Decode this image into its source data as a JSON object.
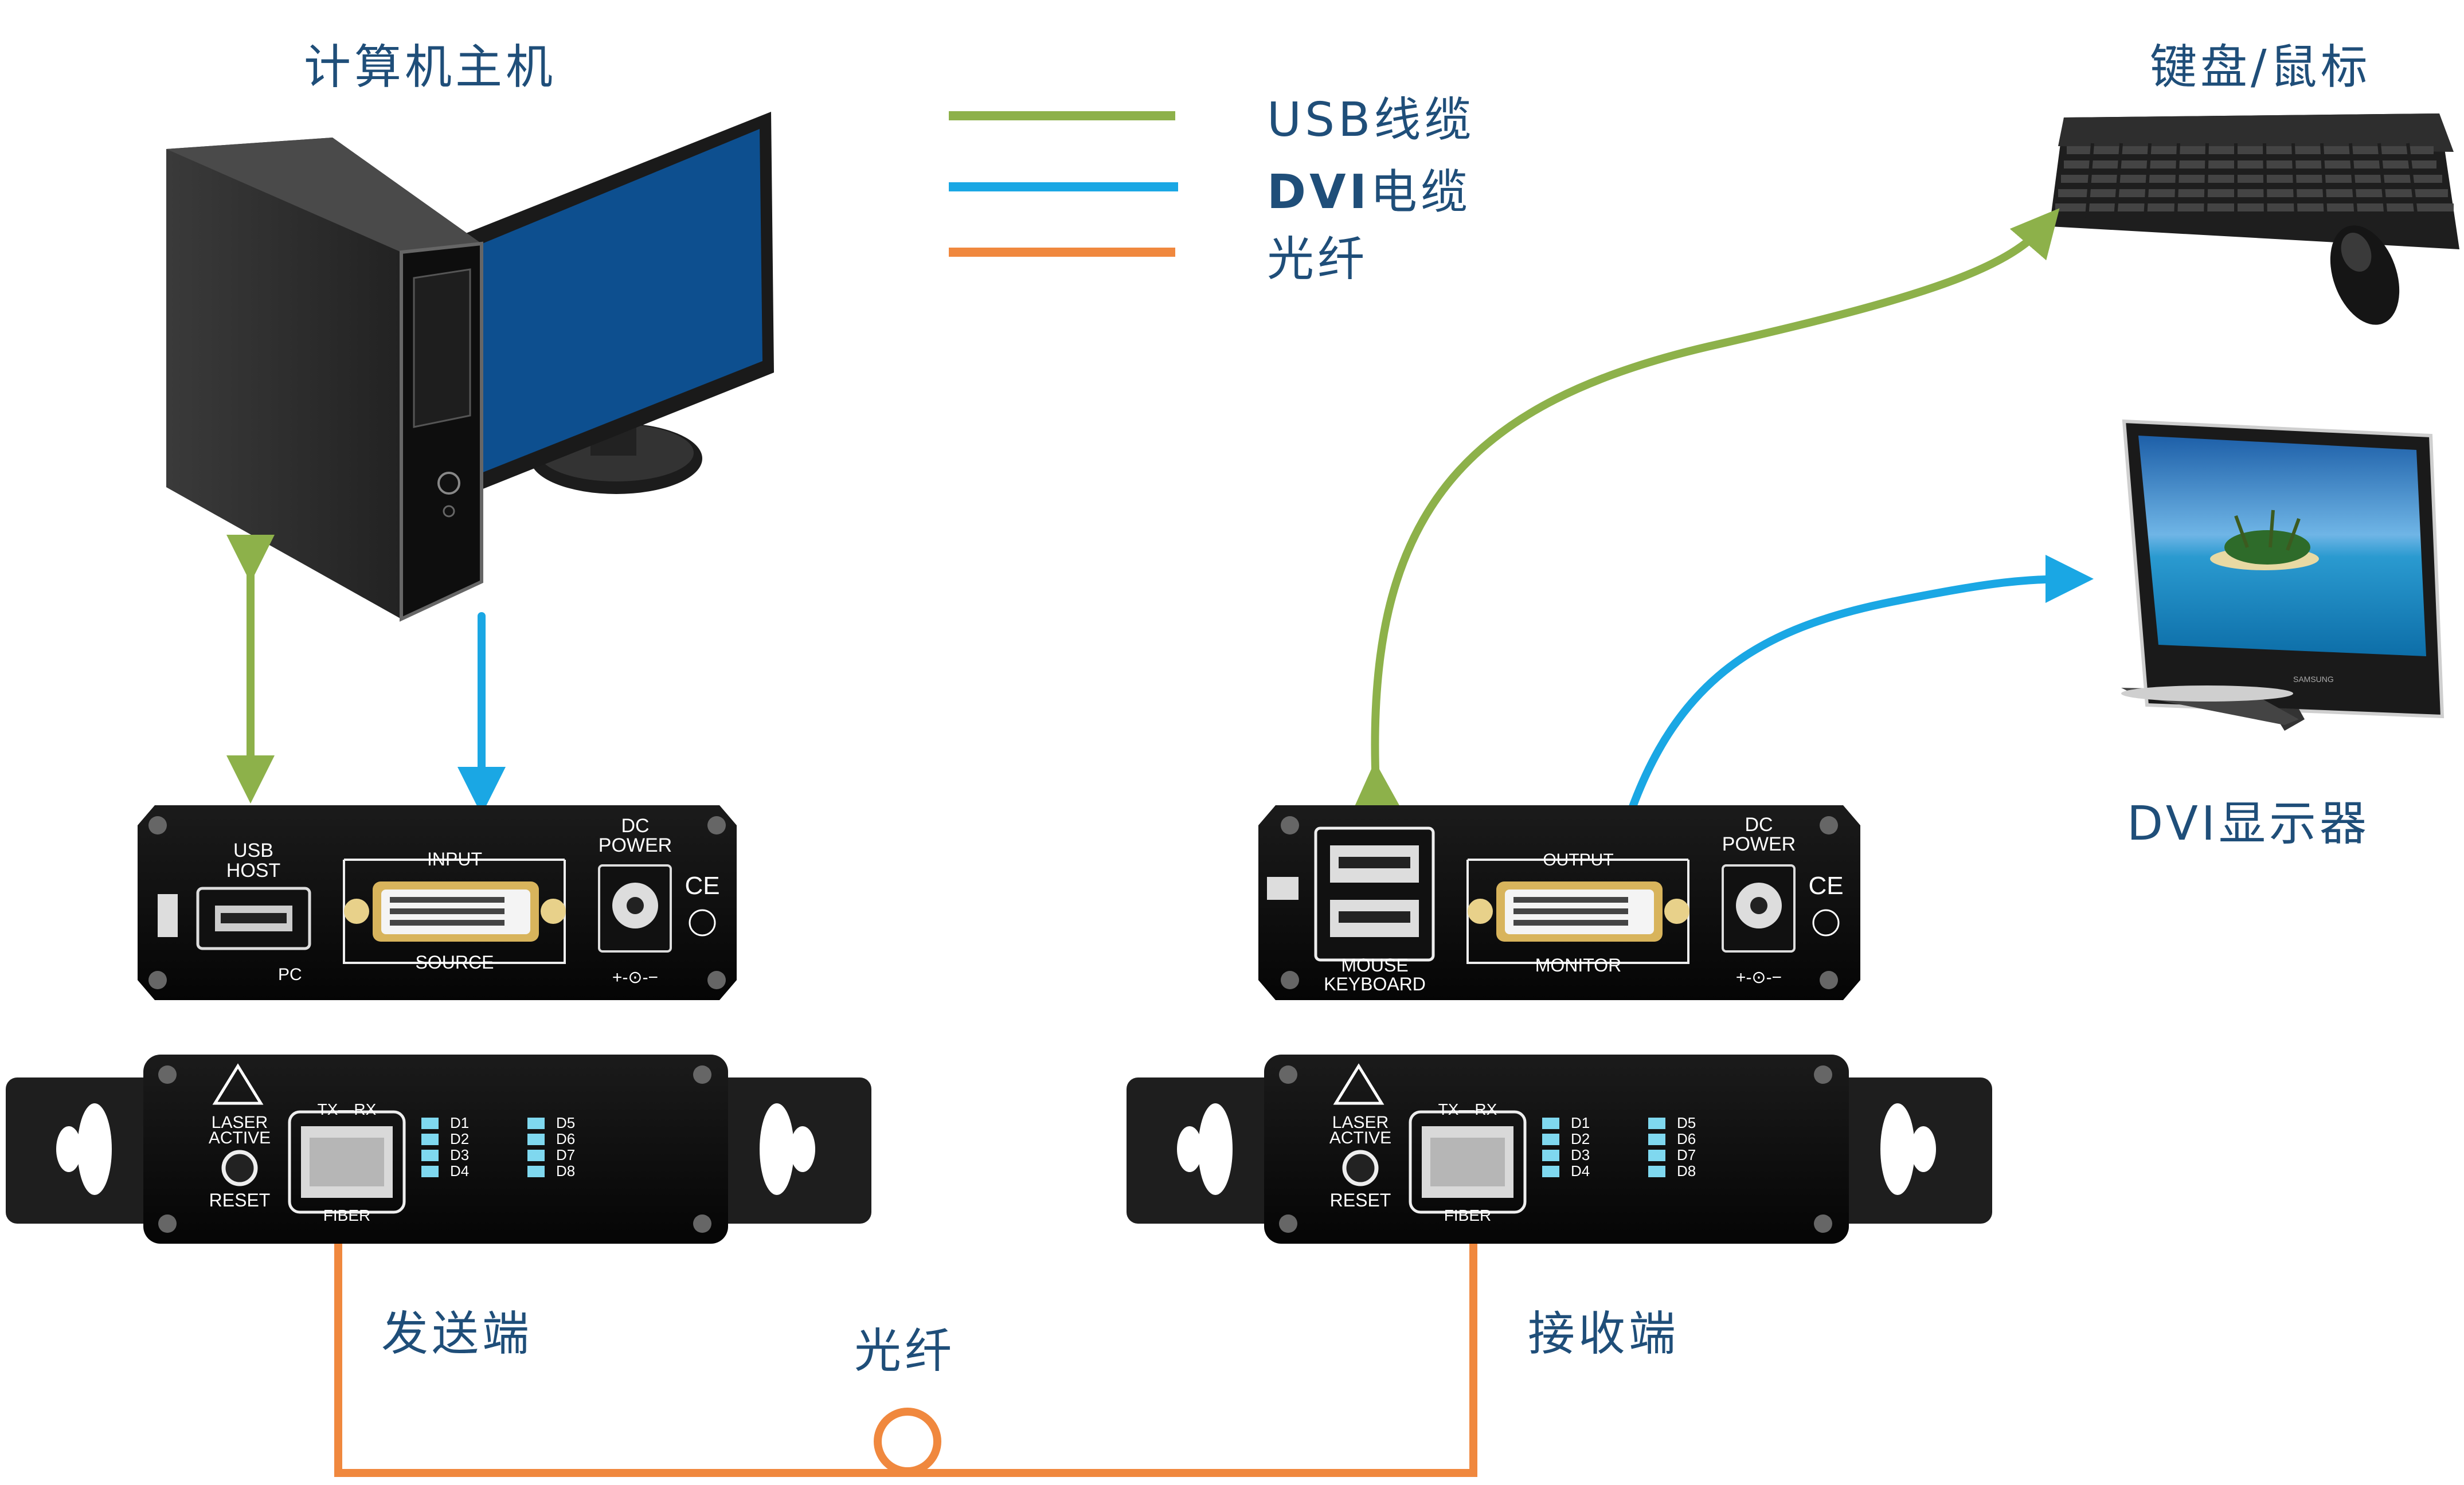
{
  "labels": {
    "pc_host": "计算机主机",
    "keyboard_mouse": "键盘/鼠标",
    "dvi_monitor": "DVI显示器",
    "transmitter": "发送端",
    "receiver": "接收端",
    "fiber_loop": "光纤"
  },
  "legend": [
    {
      "label_bold": "",
      "label": "USB线缆",
      "color": "#8db14a"
    },
    {
      "label_bold": "DVI",
      "label": "电缆",
      "color": "#1aa7e4"
    },
    {
      "label_bold": "",
      "label": "光纤",
      "color": "#f0883e"
    }
  ],
  "colors": {
    "usb": "#8db14a",
    "dvi": "#1aa7e4",
    "fiber": "#f0883e",
    "text": "#1f4e79"
  },
  "tx_panel": {
    "usb_label_1": "USB",
    "usb_label_2": "HOST",
    "input_label": "INPUT",
    "source_label": "SOURCE",
    "dc_label_1": "DC",
    "dc_label_2": "POWER",
    "pc_label": "PC",
    "polarity": "+-⊙-−",
    "ce": "CE"
  },
  "rx_panel": {
    "output_label": "OUTPUT",
    "monitor_label": "MONITOR",
    "mouse_label": "MOUSE",
    "keyboard_label": "KEYBOARD",
    "dc_label_1": "DC",
    "dc_label_2": "POWER",
    "polarity": "+-⊙-−",
    "ce": "CE"
  },
  "fiber_module": {
    "laser_1": "LASER",
    "laser_2": "ACTIVE",
    "reset": "RESET",
    "txrx": "TX—RX",
    "fiber": "FIBER",
    "leds_left": [
      "D1",
      "D2",
      "D3",
      "D4"
    ],
    "leds_right": [
      "D5",
      "D6",
      "D7",
      "D8"
    ]
  },
  "monitor_brand": "SAMSUNG"
}
